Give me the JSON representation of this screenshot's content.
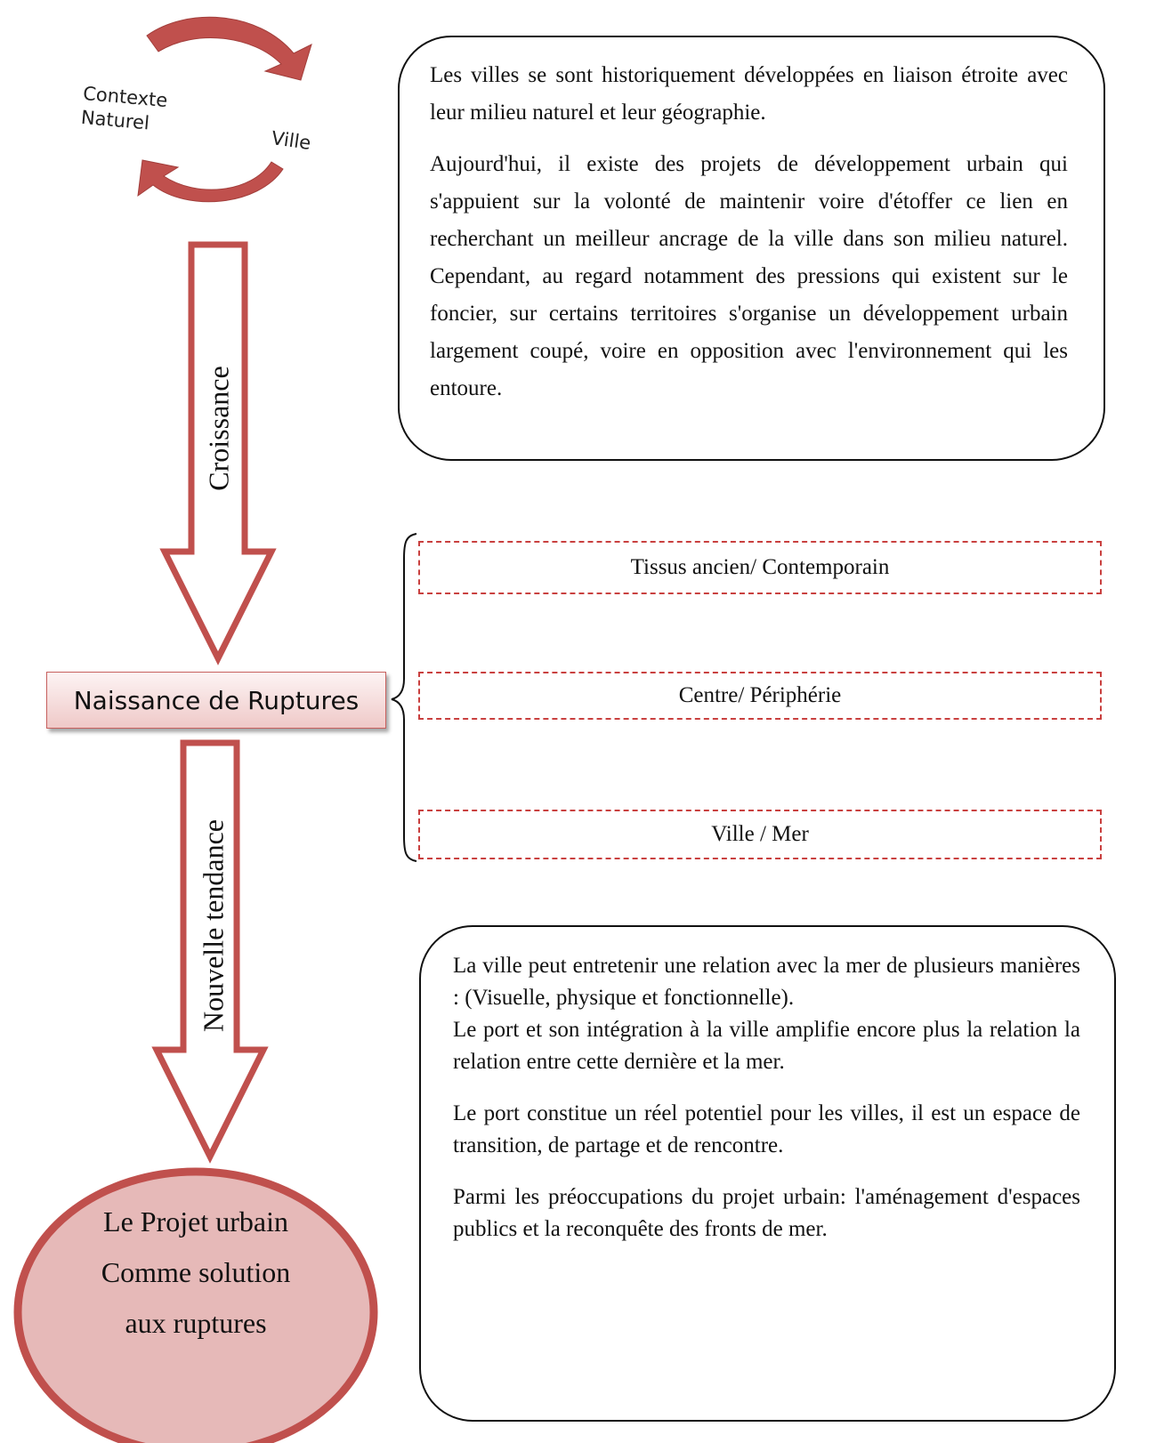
{
  "cycle": {
    "label_left_line1": "Contexte",
    "label_left_line2": "Naturel",
    "label_right": "Ville",
    "arrow_color": "#c0504d"
  },
  "flow": {
    "arrow1_label": "Croissance",
    "rupture_label": "Naissance de Ruptures",
    "arrow2_label": "Nouvelle tendance",
    "ellipse_line1": "Le Projet urbain",
    "ellipse_line2": "Comme solution",
    "ellipse_line3": "aux ruptures"
  },
  "ruptures": [
    "Tissus ancien/ Contemporain",
    "Centre/ Périphérie",
    "Ville / Mer"
  ],
  "box_top": {
    "p1": "Les villes se sont historiquement développées en liaison étroite avec leur milieu naturel et leur géographie.",
    "p2": "Aujourd'hui, il existe des projets de développement urbain qui s'appuient sur la volonté de maintenir voire d'étoffer ce lien en recherchant un meilleur ancrage de la ville dans son milieu naturel. Cependant, au regard notamment des pressions qui existent sur le foncier, sur certains territoires s'organise un développement urbain largement coupé, voire en opposition avec l'environnement qui les entoure."
  },
  "box_bottom": {
    "p1": "La ville peut entretenir une relation avec la mer de plusieurs manières : (Visuelle, physique et fonctionnelle).",
    "p1b": "Le port et son intégration à la ville amplifie encore plus la relation la relation entre cette dernière et la mer.",
    "p2": "Le port constitue un réel potentiel pour les villes, il est un espace de transition, de partage et de rencontre.",
    "p3": "Parmi les préoccupations du projet urbain: l'aménagement d'espaces publics et la reconquête des fronts de mer."
  },
  "colors": {
    "accent": "#c0504d",
    "ellipse_fill": "#e6b9b8",
    "dash": "#c9403f"
  }
}
